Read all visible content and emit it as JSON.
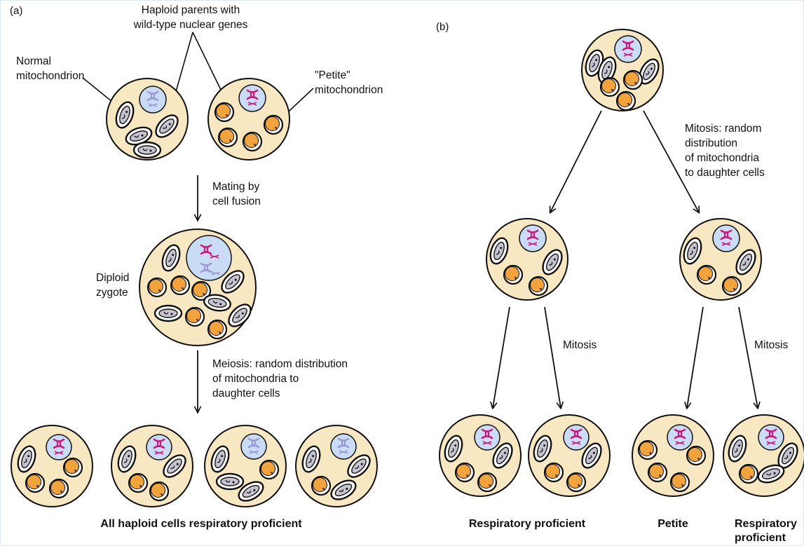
{
  "panel_a": {
    "label": "(a)",
    "parents_label": [
      "Haploid parents with",
      "wild-type nuclear genes"
    ],
    "normal_mito_label": [
      "Normal",
      "mitochondrion"
    ],
    "petite_mito_label": [
      "\"Petite\"",
      "mitochondrion"
    ],
    "mating_label": [
      "Mating by",
      "cell fusion"
    ],
    "zygote_label": [
      "Diploid",
      "zygote"
    ],
    "meiosis_label": [
      "Meiosis: random distribution",
      "of mitochondria to",
      "daughter cells"
    ],
    "result_label": "All haploid cells respiratory proficient"
  },
  "panel_b": {
    "label": "(b)",
    "mitosis_random_label": [
      "Mitosis: random",
      "distribution",
      "of mitochondria",
      "to daughter cells"
    ],
    "mitosis_left": "Mitosis",
    "mitosis_right": "Mitosis",
    "result_1": "Respiratory proficient",
    "result_2": "Petite",
    "result_3": [
      "Respiratory",
      "proficient"
    ]
  },
  "colors": {
    "cell_fill": "#f8e8c2",
    "nucleus_fill": "#c9dcf5",
    "petite_mito": "#f2a33a",
    "normal_mito": "#c5c3cf",
    "chrom_mutant": "#d4147a",
    "chrom_wild": "#9a9ad2"
  }
}
